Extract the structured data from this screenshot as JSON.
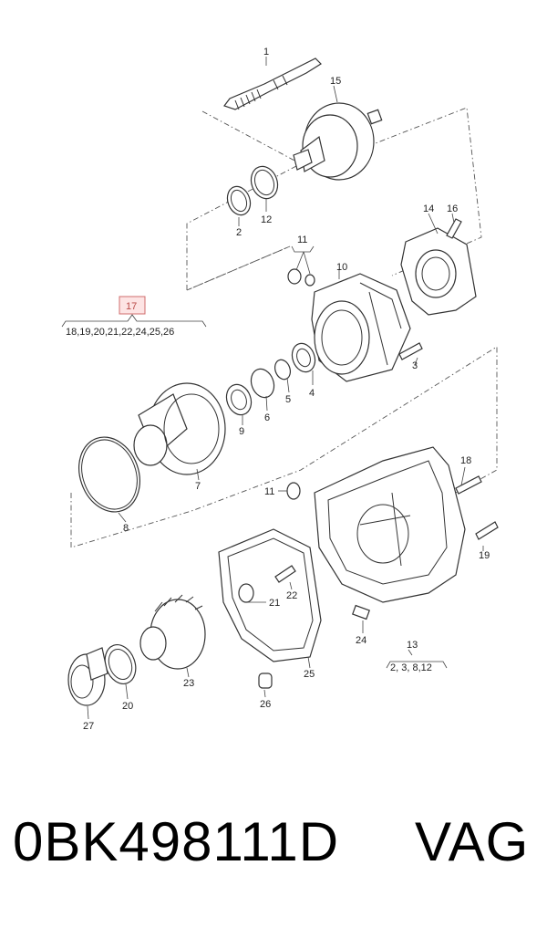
{
  "callouts": {
    "c1": "1",
    "c15": "15",
    "c2": "2",
    "c12": "12",
    "c14": "14",
    "c16": "16",
    "c11a": "11",
    "c10": "10",
    "c17": "17",
    "c17_list": "18,19,20,21,22,24,25,26",
    "c3": "3",
    "c9": "9",
    "c6": "6",
    "c5": "5",
    "c4": "4",
    "c7": "7",
    "c8": "8",
    "c18": "18",
    "c11b": "11",
    "c19": "19",
    "c21": "21",
    "c22": "22",
    "c24": "24",
    "c13": "13",
    "c13_list": "2, 3, 8,12",
    "c23": "23",
    "c25": "25",
    "c20": "20",
    "c27": "27",
    "c26": "26"
  },
  "footer": {
    "part_number": "0BK498111D",
    "brand": "VAG"
  },
  "colors": {
    "highlight_fill": "#fde4e4",
    "highlight_stroke": "#d06c6c",
    "line": "#333333"
  }
}
